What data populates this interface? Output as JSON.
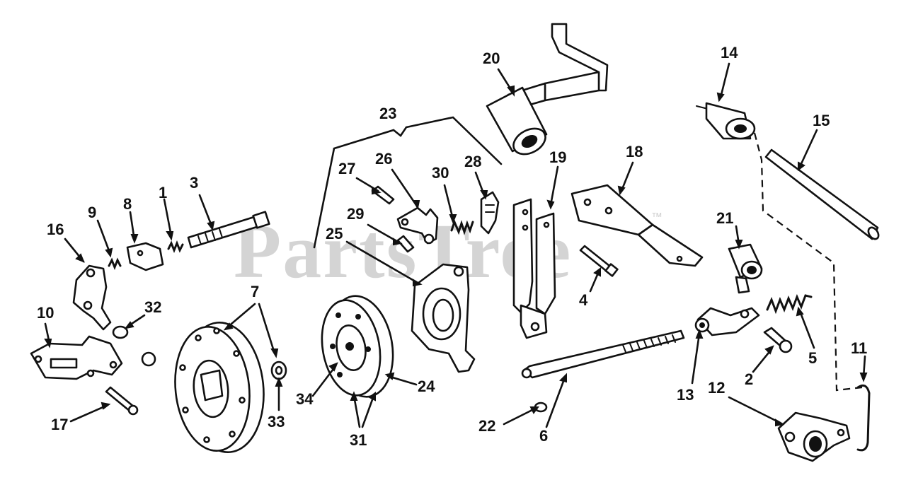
{
  "watermark": {
    "text": "PartsTree",
    "trademark": "™"
  },
  "callouts": [
    "1",
    "2",
    "3",
    "4",
    "5",
    "6",
    "7",
    "8",
    "9",
    "10",
    "11",
    "12",
    "13",
    "14",
    "15",
    "16",
    "17",
    "18",
    "19",
    "20",
    "21",
    "22",
    "23",
    "24",
    "25",
    "26",
    "27",
    "28",
    "29",
    "30",
    "31",
    "32",
    "33",
    "34"
  ]
}
